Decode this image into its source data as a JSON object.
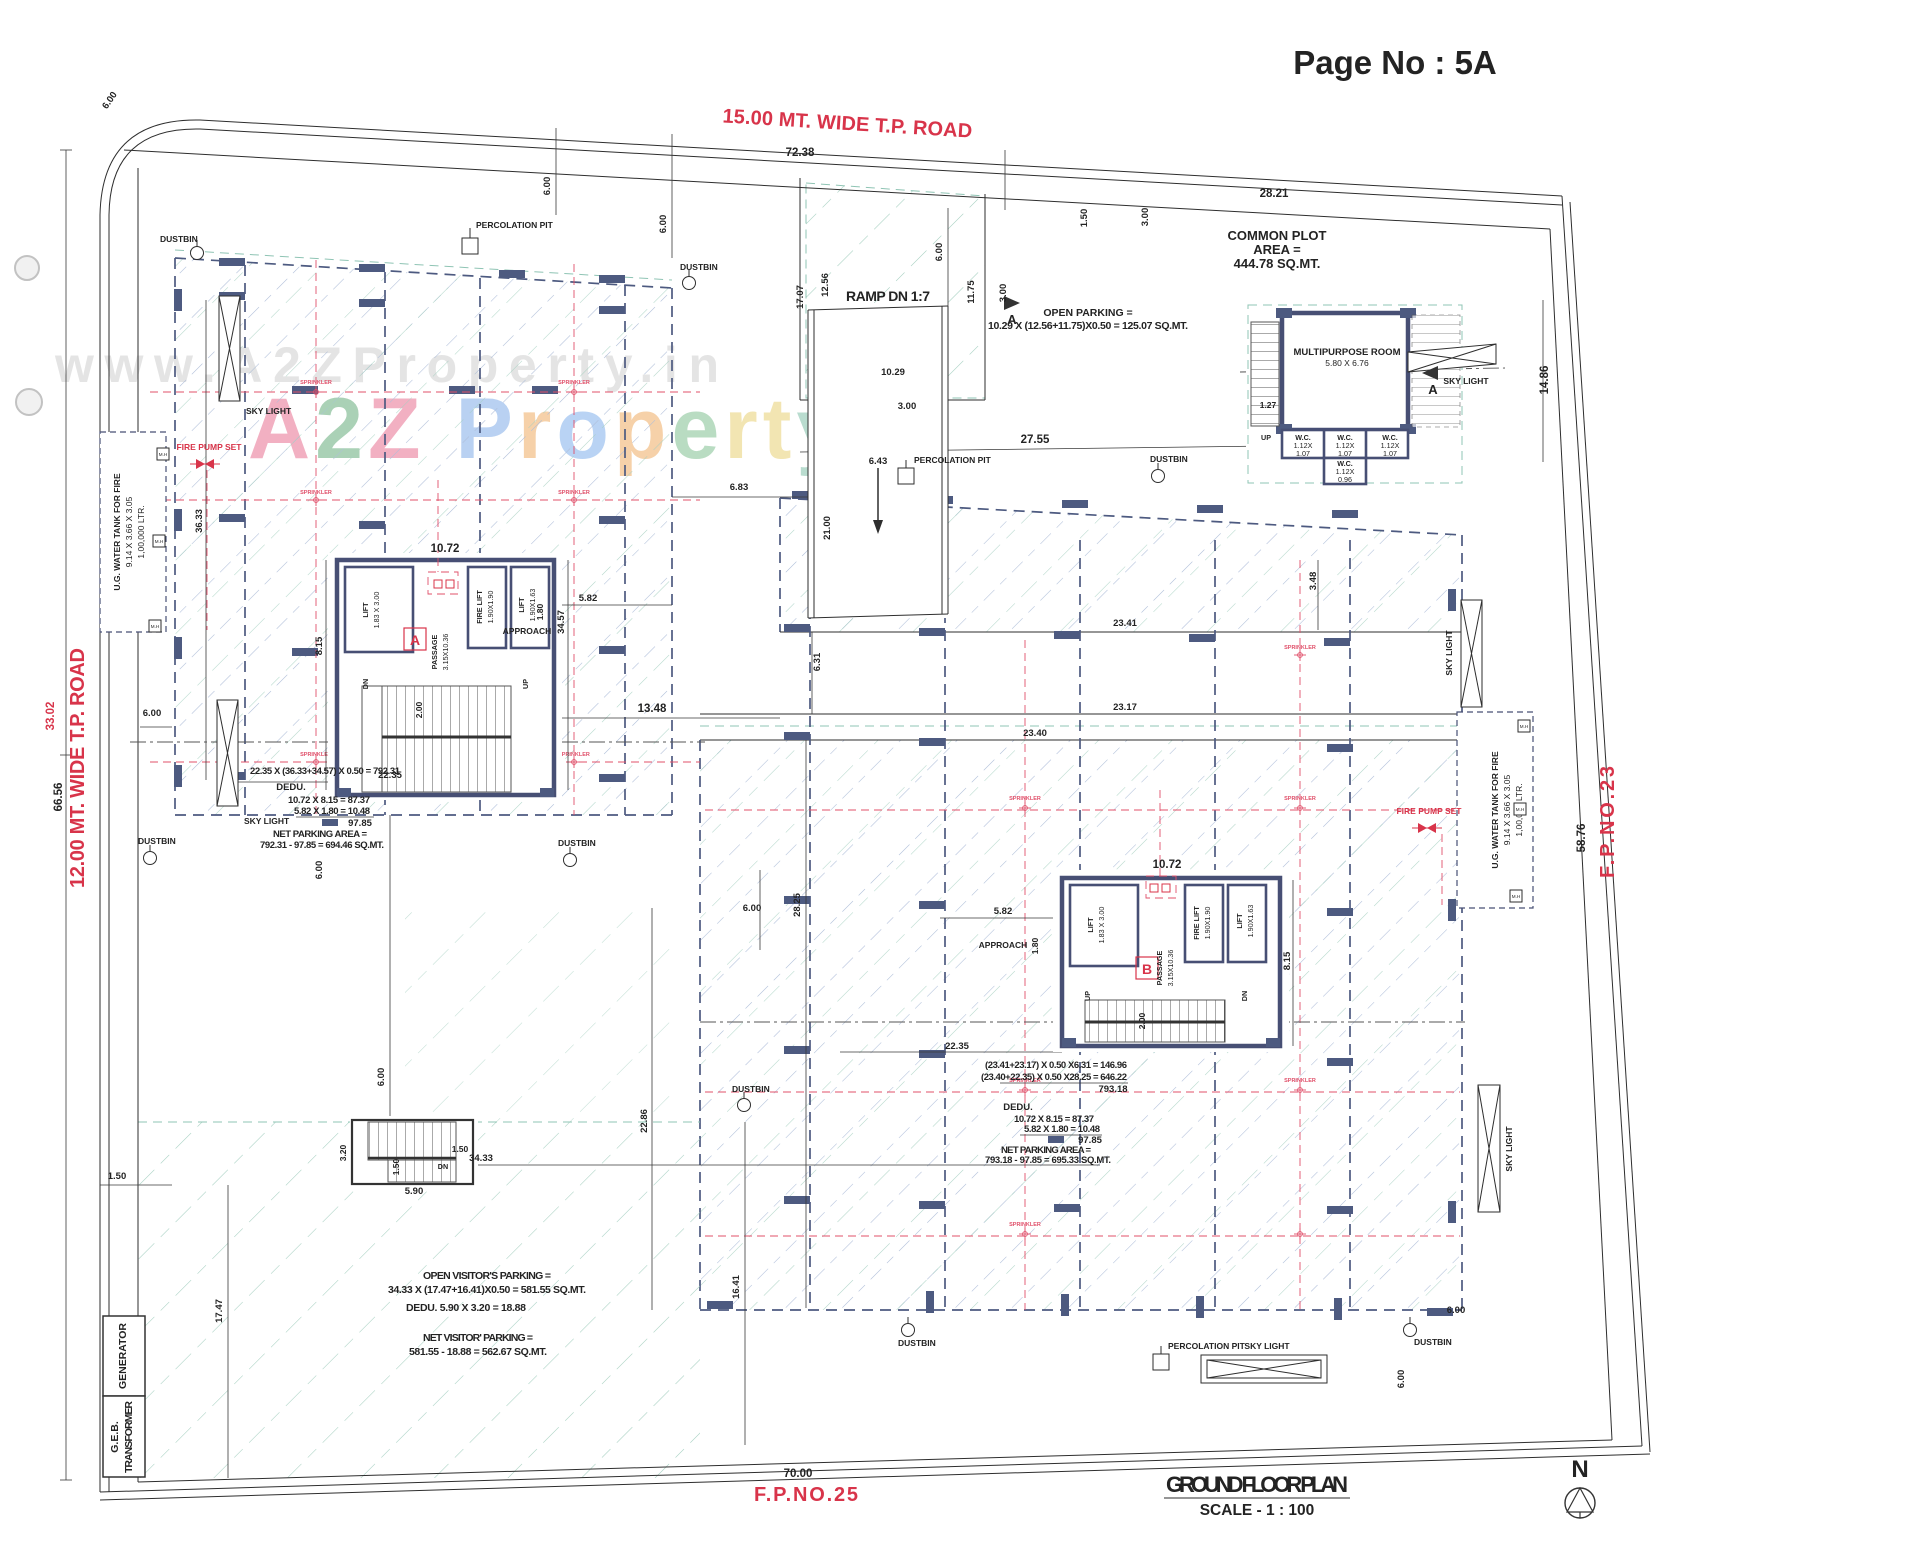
{
  "page": {
    "page_no": "Page No : 5A"
  },
  "title": {
    "plan": "GROUND FLOOR PLAN",
    "scale": "SCALE - 1 : 100",
    "north": "N"
  },
  "roads": {
    "top": "15.00 MT. WIDE T.P. ROAD",
    "left": "12.00 MT. WIDE T.P. ROAD",
    "fp23": "F.P.NO.23",
    "fp25": "F.P.NO.25"
  },
  "watermark": {
    "url": "www.A2ZProperty.in",
    "letters": [
      {
        "ch": "A",
        "color": "#ef9db4"
      },
      {
        "ch": "2",
        "color": "#96c6a4"
      },
      {
        "ch": "Z",
        "color": "#ef9db4"
      },
      {
        "ch": "P",
        "color": "#a8c6ef"
      },
      {
        "ch": "r",
        "color": "#f4c694"
      },
      {
        "ch": "o",
        "color": "#a8c9f2"
      },
      {
        "ch": "p",
        "color": "#f4c694"
      },
      {
        "ch": "e",
        "color": "#a8d4b4"
      },
      {
        "ch": "r",
        "color": "#f0dfa0"
      },
      {
        "ch": "t",
        "color": "#f0dfa0"
      },
      {
        "ch": "y",
        "color": "#a8d4c4"
      }
    ]
  },
  "common_plot": {
    "l1": "COMMON PLOT",
    "l2": "AREA =",
    "l3": "444.78 SQ.MT."
  },
  "open_parking": {
    "l1": "OPEN PARKING =",
    "l2": "10.29 X (12.56+11.75)X0.50 = 125.07 SQ.MT."
  },
  "mp_room": {
    "l1": "MULTIPURPOSE ROOM",
    "l2": "5.80 X 6.76"
  },
  "wc": {
    "name": "W.C.",
    "w": "1.12X",
    "d1": "1.07",
    "d2": "0.96"
  },
  "ramp": {
    "label": "RAMP DN 1:7"
  },
  "tank": {
    "l1": "U.G. WATER TANK FOR FIRE",
    "l2": "9.14 X 3.66 X 3.05",
    "l3": "1,00,000 LTR."
  },
  "equip": {
    "generator": "GENERATOR",
    "geb": "G.E.B.",
    "transformer": "TRANSFORMER",
    "fire_pump": "FIRE PUMP SET",
    "mh": "M.H"
  },
  "site": {
    "dustbin": "DUSTBIN",
    "percolation": "PERCOLATION PIT",
    "sky_light": "SKY LIGHT",
    "sprinkler": "SPRINKLER",
    "approach": "APPROACH"
  },
  "core": {
    "lift": "LIFT",
    "lift1_size": "1.83 X 3.00",
    "fire_lift": "FIRE LIFT",
    "fire_lift_size": "1.90X1.90",
    "lift2_size": "1.90X1.63",
    "passage": "PASSAGE",
    "passage_size": "3.15X10.36",
    "up": "UP",
    "dn": "DN",
    "block_a": "A",
    "block_b": "B",
    "section": "A"
  },
  "parking_a": {
    "lines": [
      "22.35 X (36.33+34.57) X 0.50 = 792.31",
      "DEDU.",
      "10.72 X 8.15 = 87.37",
      "5.82 X 1.80 = 10.48",
      "97.85",
      "NET PARKING AREA =",
      "792.31 - 97.85 = 694.46  SQ.MT."
    ]
  },
  "parking_b": {
    "lines": [
      "(23.41+23.17) X 0.50 X6.31  = 146.96",
      "(23.40+22.35) X 0.50 X28.25  = 646.22",
      "793.18",
      "DEDU.",
      "10.72 X 8.15 = 87.37",
      "5.82 X 1.80 = 10.48",
      "97.85",
      "NET PARKING AREA =",
      "793.18 - 97.85 = 695.33  SQ.MT."
    ]
  },
  "visitor": {
    "lines": [
      "OPEN VISITOR'S  PARKING =",
      "34.33 X (17.47+16.41)X0.50 = 581.55 SQ.MT.",
      "DEDU.  5.90 X 3.20 = 18.88",
      "NET VISITOR' PARKING =",
      "581.55 - 18.88 = 562.67  SQ.MT."
    ]
  },
  "dims": {
    "d72_38": "72.38",
    "d28_21": "28.21",
    "d66_56": "66.56",
    "d33_02": "33.02",
    "d58_76": "58.76",
    "d70_00": "70.00",
    "d14_86": "14.86",
    "d6_00": "6.00",
    "d17_07": "17.07",
    "d12_56": "12.56",
    "d11_75": "11.75",
    "d10_29": "10.29",
    "d3_00": "3.00",
    "d1_50": "1.50",
    "d27_55": "27.55",
    "d3_48": "3.48",
    "d23_41": "23.41",
    "d23_17": "23.17",
    "d23_40": "23.40",
    "d6_31": "6.31",
    "d28_25": "28.25",
    "d13_48": "13.48",
    "d6_43": "6.43",
    "d6_83": "6.83",
    "d21_00": "21.00",
    "d10_72": "10.72",
    "d8_15": "8.15",
    "d5_82": "5.82",
    "d1_80": "1.80",
    "d2_00": "2.00",
    "d22_35": "22.35",
    "d36_33": "36.33",
    "d34_57": "34.57",
    "d34_33": "34.33",
    "d17_47": "17.47",
    "d16_41": "16.41",
    "d22_86": "22.86",
    "d5_90": "5.90",
    "d3_20": "3.20",
    "d1_27": "1.27"
  },
  "colors": {
    "red": "#d8344a",
    "navy": "#4d5a80",
    "teal": "#a4cfc0",
    "blue": "#aebdd8",
    "sprinkler": "#e0506a"
  }
}
